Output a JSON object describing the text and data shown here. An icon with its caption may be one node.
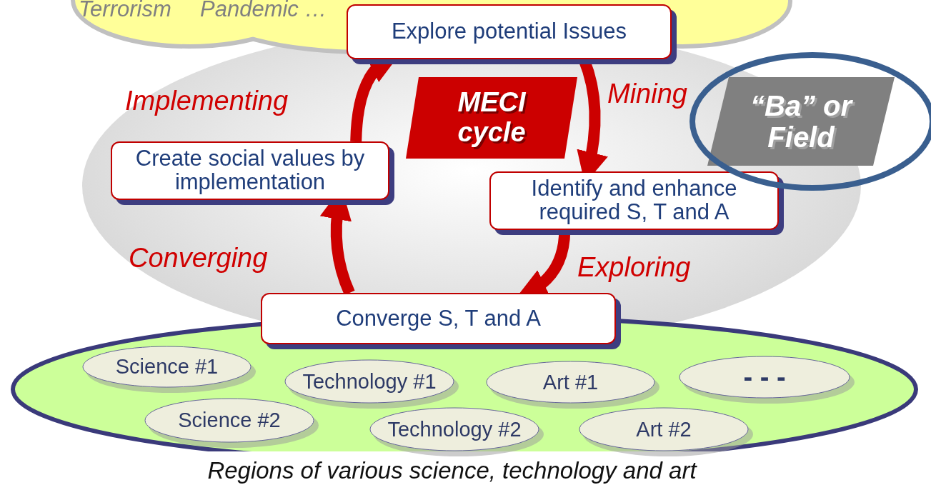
{
  "diagram": {
    "nodes": [
      {
        "text": [
          "Terrorism",
          "Pandemic …"
        ]
      },
      {
        "text": [
          "Explore potential Issues"
        ]
      },
      {
        "text": [
          "Identify and enhance required S, T and A"
        ]
      },
      {
        "text": [
          "Converge S, T and A"
        ]
      },
      {
        "text": [
          "Create social values by implementation"
        ]
      },
      {
        "text": [
          "MECI cycle"
        ]
      },
      {
        "text": [
          "“Ba” or Field"
        ]
      },
      {
        "text": [
          "Regions of various science, technology and art"
        ]
      },
      {
        "text": [
          "Science #1"
        ],
        "in": 7
      },
      {
        "text": [
          "Technology #1"
        ],
        "in": 7
      },
      {
        "text": [
          "Art #1"
        ],
        "in": 7
      },
      {
        "text": [
          "- - -"
        ],
        "in": 7
      },
      {
        "text": [
          "Science #2"
        ],
        "in": 7
      },
      {
        "text": [
          "Technology #2"
        ],
        "in": 7
      },
      {
        "text": [
          "Art #2"
        ],
        "in": 7
      }
    ],
    "edges": [
      {
        "from": 1,
        "to": 2,
        "arrow": "to",
        "label": "Mining"
      },
      {
        "from": 2,
        "to": 3,
        "arrow": "to",
        "label": "Exploring"
      },
      {
        "from": 3,
        "to": 4,
        "arrow": "to",
        "label": "Converging"
      },
      {
        "from": 4,
        "to": 1,
        "arrow": "to",
        "label": "Implementing"
      }
    ]
  }
}
